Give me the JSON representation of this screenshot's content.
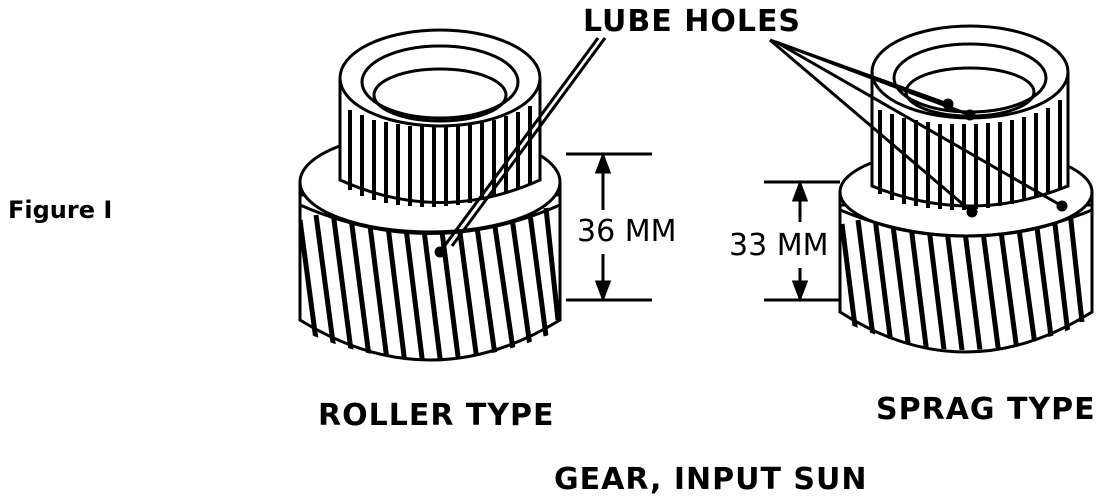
{
  "figure_label": "Figure I",
  "lube_holes_label": "LUBE HOLES",
  "dim_roller": "36 MM",
  "dim_sprag": "33 MM",
  "roller_label": "ROLLER TYPE",
  "sprag_label": "SPRAG TYPE",
  "caption": "GEAR, INPUT SUN"
}
